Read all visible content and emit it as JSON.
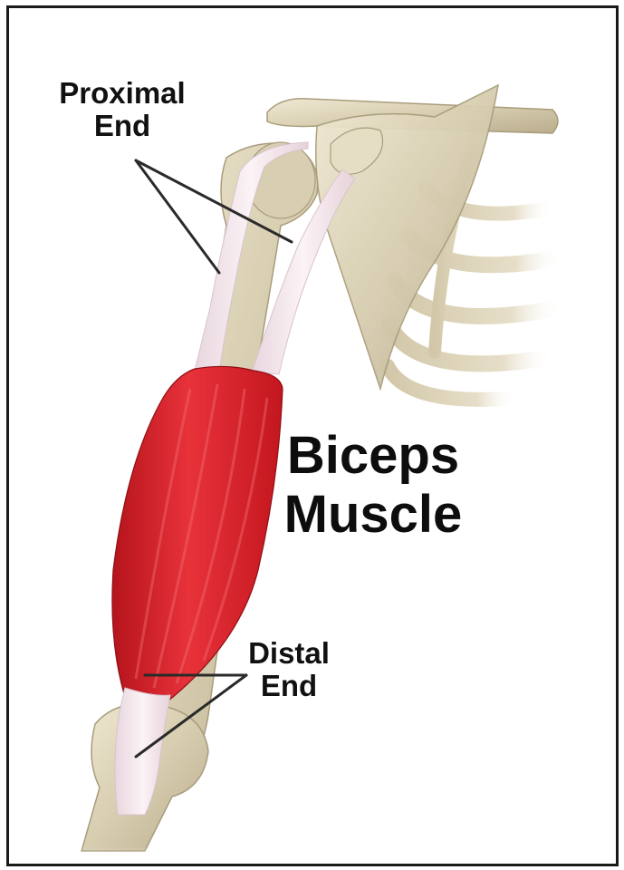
{
  "labels": {
    "proximal": [
      "Proximal",
      "End"
    ],
    "distal": [
      "Distal",
      "End"
    ]
  },
  "title": [
    "Biceps",
    "Muscle"
  ],
  "colors": {
    "muscle": "#d8232a",
    "bone": "#d9cfb3",
    "tendon": "#f1e4ea",
    "border": "#1a1a1a",
    "text": "#111111"
  }
}
